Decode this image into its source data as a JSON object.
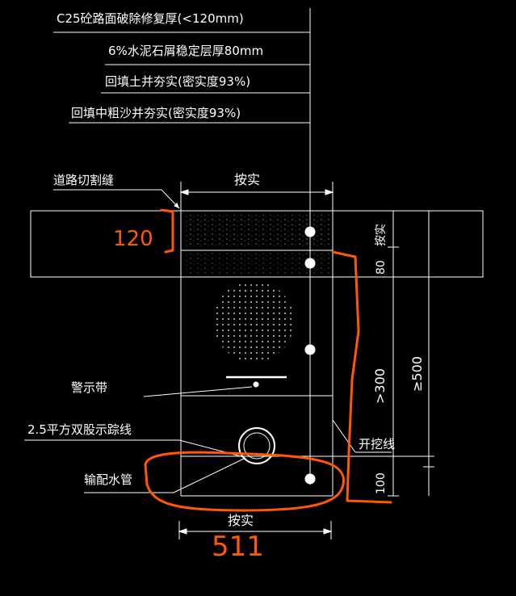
{
  "layers": {
    "c25": "C25砼路面破除修复厚(<120mm)",
    "stabilized": "6%水泥石屑稳定层厚80mm",
    "backfill_soil": "回填土并夯实(密实度93%)",
    "backfill_sand": "回填中粗沙并夯实(密实度93%)"
  },
  "labels": {
    "road_cut": "道路切割缝",
    "top_dim": "按实",
    "bottom_dim": "按实",
    "warning_tape": "警示带",
    "tracer_wire": "2.5平方双股示踪线",
    "pipe": "输配水管",
    "excavation_line": "开挖线"
  },
  "dimensions": {
    "d_top": "按实",
    "d_80": "80",
    "d_gt300": ">300",
    "d_ge500": "≥500",
    "d_100": "100"
  },
  "handwritten": {
    "left_note": "120",
    "bottom_note": "511"
  },
  "colors": {
    "background": "#000000",
    "line": "#ffffff",
    "markup": "#ff5a00"
  }
}
